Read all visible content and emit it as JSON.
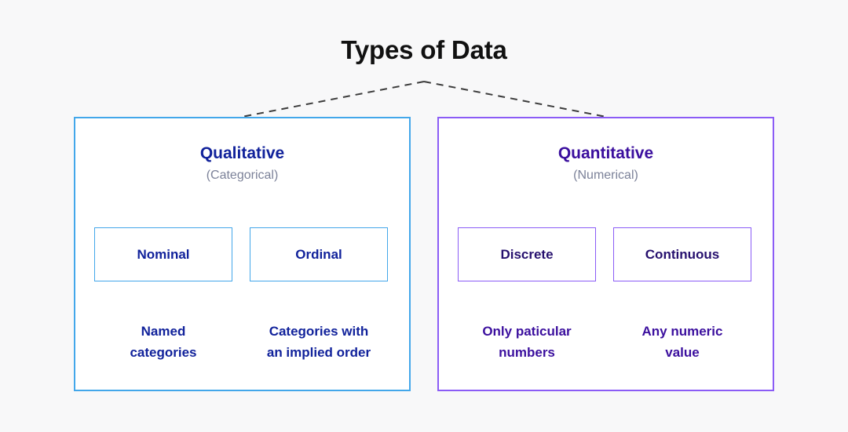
{
  "diagram": {
    "title": "Types of Data",
    "background_color": "#f8f8f9",
    "branches": [
      {
        "key": "qualitative",
        "title": "Qualitative",
        "subtitle": "(Categorical)",
        "accent_color": "#43a7ea",
        "title_color": "#11229b",
        "children": [
          {
            "key": "nominal",
            "label": "Nominal",
            "description_line1": "Named",
            "description_line2": "categories"
          },
          {
            "key": "ordinal",
            "label": "Ordinal",
            "description_line1": "Categories with",
            "description_line2": "an implied order"
          }
        ]
      },
      {
        "key": "quantitative",
        "title": "Quantitative",
        "subtitle": "(Numerical)",
        "accent_color": "#8b5cf6",
        "title_color": "#3b0f9e",
        "children": [
          {
            "key": "discrete",
            "label": "Discrete",
            "description_line1": "Only paticular",
            "description_line2": "numbers"
          },
          {
            "key": "continuous",
            "label": "Continuous",
            "description_line1": "Any numeric",
            "description_line2": "value"
          }
        ]
      }
    ]
  }
}
